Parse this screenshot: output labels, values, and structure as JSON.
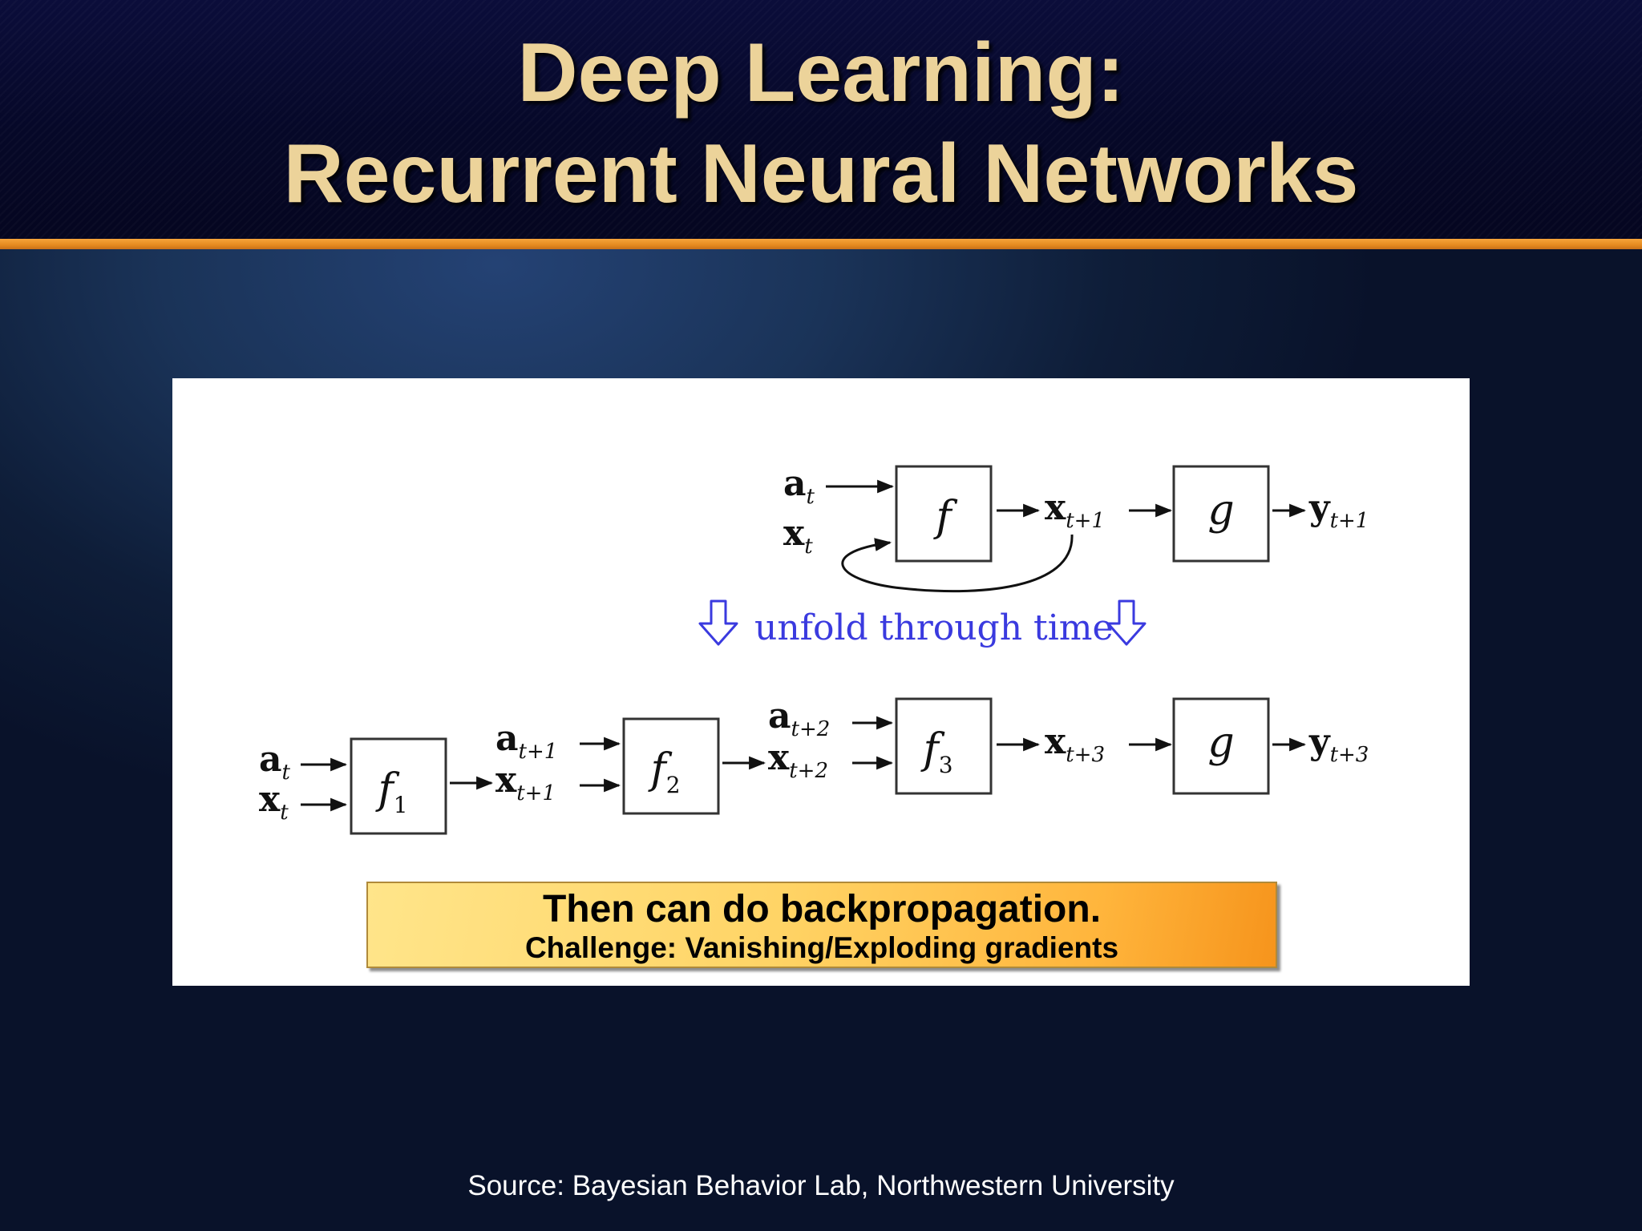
{
  "slide": {
    "title_line1": "Deep Learning:",
    "title_line2": "Recurrent Neural Networks",
    "source": "Source: Bayesian Behavior Lab, Northwestern University",
    "colors": {
      "title": "#ecd39a",
      "header_rule": "#e58a1f",
      "diagram_accent": "#3a3adf"
    }
  },
  "diagram": {
    "compact": {
      "input_a": "a",
      "input_a_sub": "t",
      "input_x": "x",
      "input_x_sub": "t",
      "func_f": "f",
      "state_x": "x",
      "state_x_sub": "t+1",
      "func_g": "g",
      "output_y": "y",
      "output_y_sub": "t+1"
    },
    "unfold_label": "unfold through time",
    "unrolled": {
      "a0": "a",
      "a0_sub": "t",
      "x0": "x",
      "x0_sub": "t",
      "f1": "f",
      "f1_sub": "1",
      "a1": "a",
      "a1_sub": "t+1",
      "x1": "x",
      "x1_sub": "t+1",
      "f2": "f",
      "f2_sub": "2",
      "a2": "a",
      "a2_sub": "t+2",
      "x2": "x",
      "x2_sub": "t+2",
      "f3": "f",
      "f3_sub": "3",
      "x3": "x",
      "x3_sub": "t+3",
      "g": "g",
      "y": "y",
      "y_sub": "t+3"
    }
  },
  "callout": {
    "main": "Then can do backpropagation.",
    "sub": "Challenge: Vanishing/Exploding gradients"
  }
}
